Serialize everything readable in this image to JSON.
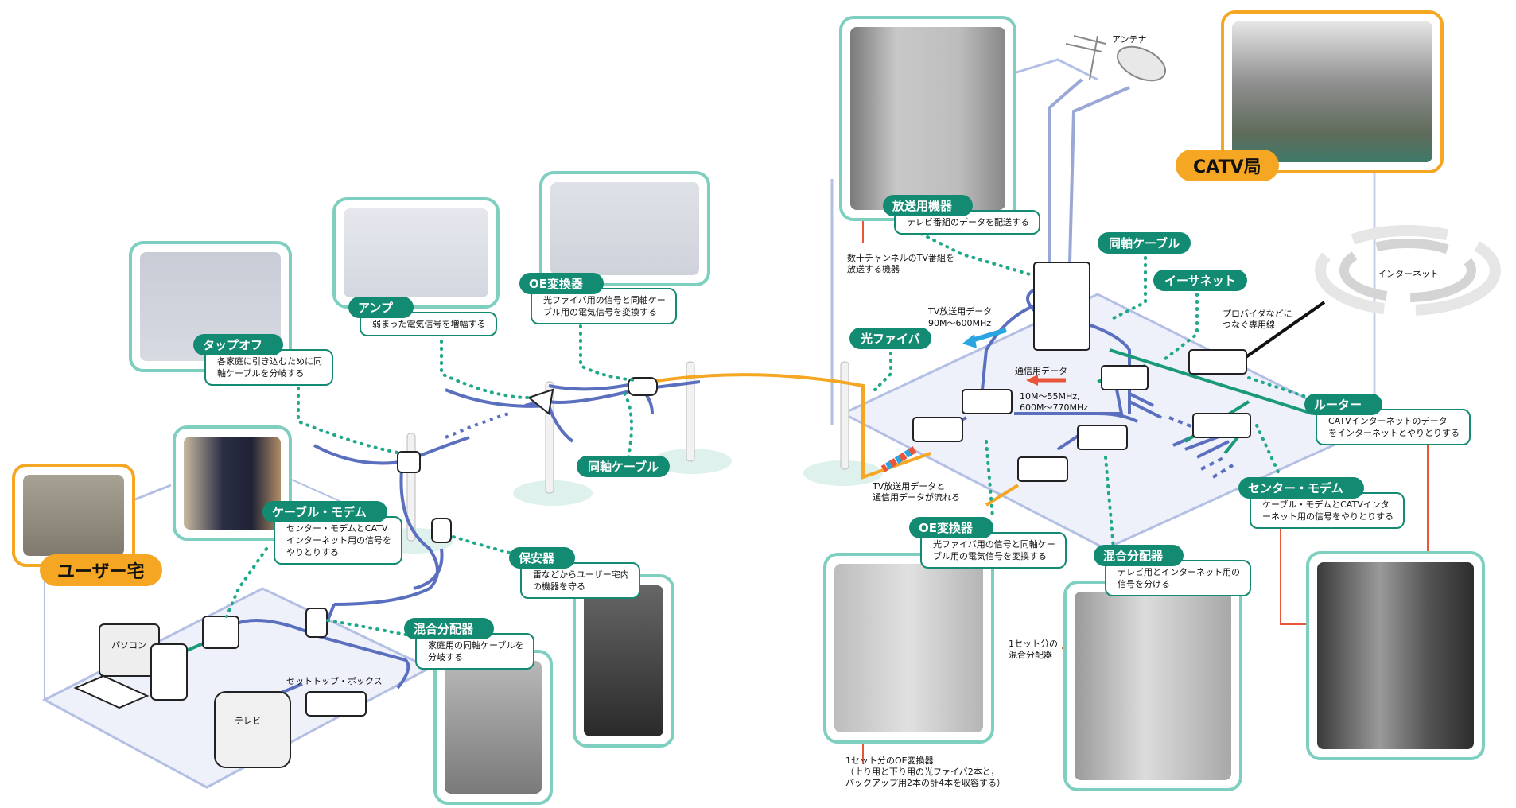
{
  "colors": {
    "teal": "#138a72",
    "teal_light": "#7fcfc0",
    "orange": "#f5a623",
    "coax_blue": "#5b6fbf",
    "floor": "#eef0fa",
    "floor_edge": "#b4bfe4",
    "ethernet_green": "#1a9a78",
    "red_line": "#e8553a"
  },
  "locations": {
    "user_home": "ユーザー宅",
    "catv_station": "CATV局"
  },
  "callouts": {
    "tap_off": {
      "title": "タップオフ",
      "desc": "各家庭に引き込むために同\n軸ケーブルを分岐する"
    },
    "amp": {
      "title": "アンプ",
      "desc": "弱まった電気信号を増幅する"
    },
    "oe_pole": {
      "title": "OE変換器",
      "desc": "光ファイバ用の信号と同軸ケー\nブル用の電気信号を変換する"
    },
    "cable_modem": {
      "title": "ケーブル・モデム",
      "desc": "センター・モデムとCATV\nインターネット用の信号を\nやりとりする"
    },
    "protector": {
      "title": "保安器",
      "desc": "雷などからユーザー宅内\nの機器を守る"
    },
    "home_splitter": {
      "title": "混合分配器",
      "desc": "家庭用の同軸ケーブルを\n分岐する"
    },
    "broadcast": {
      "title": "放送用機器",
      "desc": "テレビ番組のデータを配送する"
    },
    "oe_station": {
      "title": "OE変換器",
      "desc": "光ファイバ用の信号と同軸ケー\nブル用の電気信号を変換する"
    },
    "station_splitter": {
      "title": "混合分配器",
      "desc": "テレビ用とインターネット用の\n信号を分ける"
    },
    "router": {
      "title": "ルーター",
      "desc": "CATVインターネットのデータ\nをインターネットとやりとりする"
    },
    "center_modem": {
      "title": "センター・モデム",
      "desc": "ケーブル・モデムとCATVインタ\nーネット用の信号をやりとりする"
    }
  },
  "pills": {
    "coax_outdoor": "同軸ケーブル",
    "coax_station": "同軸ケーブル",
    "ethernet": "イーサネット",
    "fiber": "光ファイバ"
  },
  "labels": {
    "antenna": "アンテナ",
    "internet": "インターネット",
    "leased_line": "プロバイダなどに\nつなぐ専用線",
    "broadcast_note": "数十チャンネルのTV番組を\n放送する機器",
    "tv_data": "TV放送用データ",
    "tv_freq": "90M〜600MHz",
    "comm_data": "通信用データ",
    "comm_freq": "10M〜55MHz,\n600M〜770MHz",
    "mixed_flow": "TV放送用データと\n通信用データが流れる",
    "oe_set_note": "1セット分のOE変換器\n（上り用と下り用の光ファイバ2本と，\nバックアップ用2本の計4本を収容する）",
    "splitter_set_note": "1セット分の\n混合分配器",
    "pc": "パソコン",
    "tv": "テレビ",
    "stb": "セットトップ・ボックス"
  }
}
